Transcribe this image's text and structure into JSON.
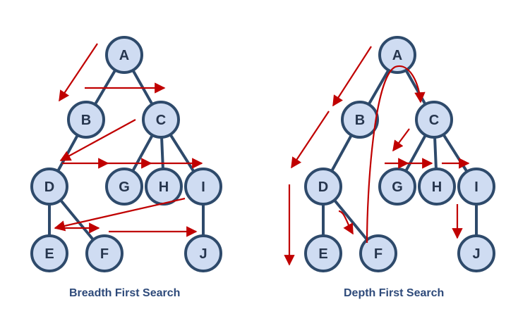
{
  "panels": [
    {
      "caption": "Breadth First Search",
      "nodes": [
        {
          "id": "A",
          "label": "A"
        },
        {
          "id": "B",
          "label": "B"
        },
        {
          "id": "C",
          "label": "C"
        },
        {
          "id": "D",
          "label": "D"
        },
        {
          "id": "G",
          "label": "G"
        },
        {
          "id": "H",
          "label": "H"
        },
        {
          "id": "I",
          "label": "I"
        },
        {
          "id": "E",
          "label": "E"
        },
        {
          "id": "F",
          "label": "F"
        },
        {
          "id": "J",
          "label": "J"
        }
      ],
      "edges": [
        [
          "A",
          "B"
        ],
        [
          "A",
          "C"
        ],
        [
          "B",
          "D"
        ],
        [
          "C",
          "G"
        ],
        [
          "C",
          "H"
        ],
        [
          "C",
          "I"
        ],
        [
          "D",
          "E"
        ],
        [
          "D",
          "F"
        ],
        [
          "I",
          "J"
        ]
      ],
      "traversal_order": [
        "A",
        "B",
        "C",
        "D",
        "G",
        "H",
        "I",
        "E",
        "F",
        "J"
      ]
    },
    {
      "caption": "Depth First Search",
      "nodes": [
        {
          "id": "A",
          "label": "A"
        },
        {
          "id": "B",
          "label": "B"
        },
        {
          "id": "C",
          "label": "C"
        },
        {
          "id": "D",
          "label": "D"
        },
        {
          "id": "G",
          "label": "G"
        },
        {
          "id": "H",
          "label": "H"
        },
        {
          "id": "I",
          "label": "I"
        },
        {
          "id": "E",
          "label": "E"
        },
        {
          "id": "F",
          "label": "F"
        },
        {
          "id": "J",
          "label": "J"
        }
      ],
      "edges": [
        [
          "A",
          "B"
        ],
        [
          "A",
          "C"
        ],
        [
          "B",
          "D"
        ],
        [
          "C",
          "G"
        ],
        [
          "C",
          "H"
        ],
        [
          "C",
          "I"
        ],
        [
          "D",
          "E"
        ],
        [
          "D",
          "F"
        ],
        [
          "I",
          "J"
        ]
      ],
      "traversal_order": [
        "A",
        "B",
        "D",
        "E",
        "F",
        "C",
        "G",
        "H",
        "I",
        "J"
      ]
    }
  ],
  "colors": {
    "node_fill": "#cfdcf2",
    "node_stroke": "#2e4a6b",
    "arrow": "#c00000",
    "caption": "#2e4a7a"
  }
}
